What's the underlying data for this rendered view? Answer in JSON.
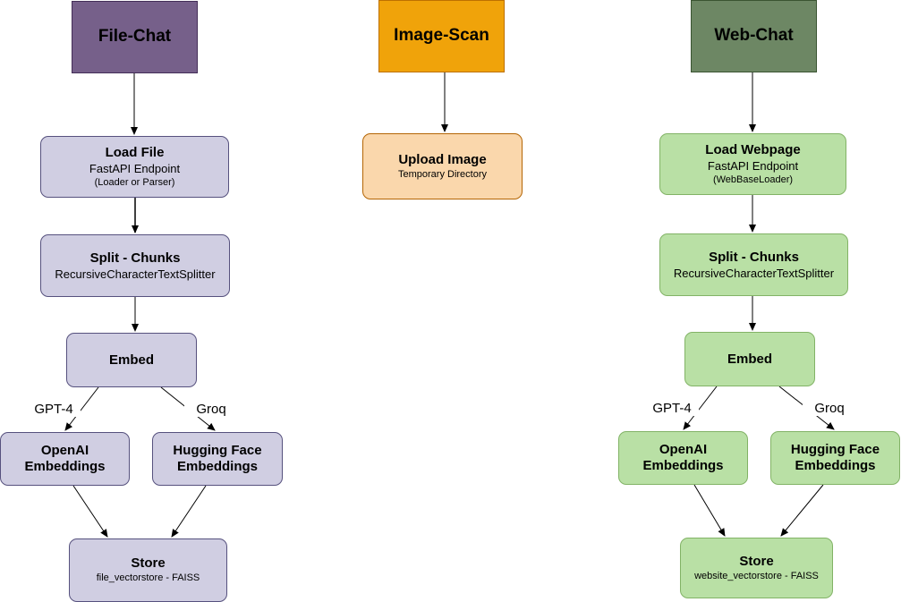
{
  "file_chat": {
    "header": "File-Chat",
    "load": {
      "title": "Load File",
      "sub1": "FastAPI Endpoint",
      "sub2": "(Loader or Parser)"
    },
    "split": {
      "title": "Split - Chunks",
      "sub1": "RecursiveCharacterTextSplitter"
    },
    "embed": {
      "title": "Embed"
    },
    "gpt_label": "GPT-4",
    "groq_label": "Groq",
    "openai": {
      "line1": "OpenAI",
      "line2": "Embeddings"
    },
    "hf": {
      "line1": "Hugging Face",
      "line2": "Embeddings"
    },
    "store": {
      "title": "Store",
      "sub1": "file_vectorstore - FAISS"
    }
  },
  "image_scan": {
    "header": "Image-Scan",
    "upload": {
      "title": "Upload Image",
      "sub1": "Temporary Directory"
    }
  },
  "web_chat": {
    "header": "Web-Chat",
    "load": {
      "title": "Load Webpage",
      "sub1": "FastAPI Endpoint",
      "sub2": "(WebBaseLoader)"
    },
    "split": {
      "title": "Split - Chunks",
      "sub1": "RecursiveCharacterTextSplitter"
    },
    "embed": {
      "title": "Embed"
    },
    "gpt_label": "GPT-4",
    "groq_label": "Groq",
    "openai": {
      "line1": "OpenAI",
      "line2": "Embeddings"
    },
    "hf": {
      "line1": "Hugging Face",
      "line2": "Embeddings"
    },
    "store": {
      "title": "Store",
      "sub1": "website_vectorstore - FAISS"
    }
  },
  "colors": {
    "file_chat_header": "#76608a",
    "image_scan_header": "#f0a30a",
    "web_chat_header": "#6d8764",
    "file_chat_nodes": "#d0cee2",
    "image_scan_nodes": "#fad7ac",
    "web_chat_nodes": "#b9e0a5"
  }
}
